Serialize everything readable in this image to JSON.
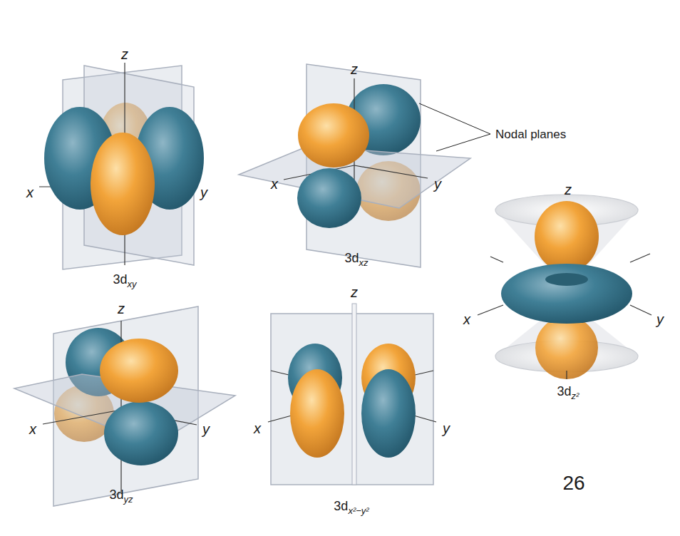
{
  "diagram": {
    "labels": [
      "z",
      "x",
      "y",
      "3d",
      "xy",
      "z",
      "x",
      "y",
      "Nodal planes",
      "3d",
      "xz",
      "z",
      "x",
      "y",
      "3d",
      "z²",
      "z",
      "x",
      "y",
      "3d",
      "yz",
      "z",
      "x",
      "y",
      "3d",
      "x²−y²",
      "26"
    ]
  }
}
